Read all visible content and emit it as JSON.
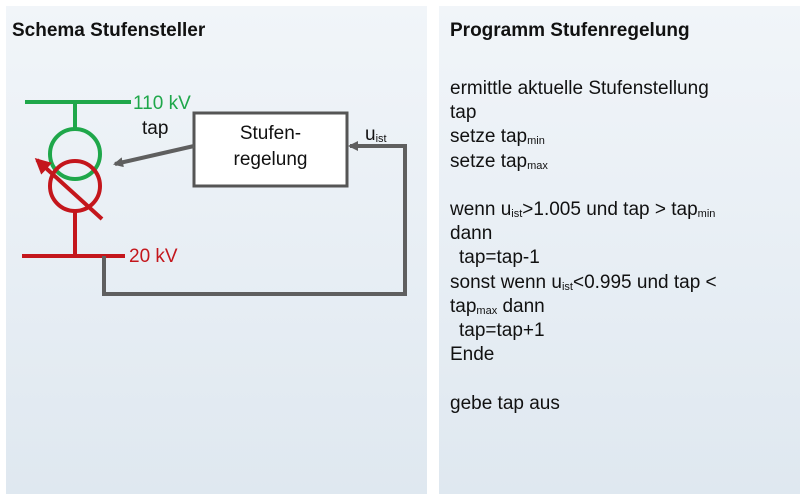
{
  "colors": {
    "green": "#1fa74a",
    "red": "#c4161c",
    "wire": "#5f5f5f",
    "panel_bg_top": "#f1f5f9",
    "panel_bg_bottom": "#dfe8f0"
  },
  "schema": {
    "title": "Schema Stufensteller",
    "voltage_high": "110 kV",
    "voltage_low": "20 kV",
    "tap_label": "tap",
    "controller_line1": "Stufen-",
    "controller_line2": "regelung",
    "u_base": "u",
    "u_sub": "ist"
  },
  "program": {
    "title": "Programm Stufenregelung",
    "l1": "ermittle aktuelle Stufenstellung",
    "l2": "tap",
    "l3a": "setze tap",
    "l3sub": "min",
    "l4a": "setze tap",
    "l4sub": "max",
    "l5a": "wenn u",
    "l5sub1": "ist",
    "l5b": ">1.005 und tap > tap",
    "l5sub2": "min",
    "l6": "dann",
    "l7": "tap=tap-1",
    "l8a": "sonst wenn u",
    "l8sub1": "ist",
    "l8b": "<0.995 und tap <",
    "l9a": "tap",
    "l9sub": "max",
    "l9b": " dann",
    "l10": "tap=tap+1",
    "l11": "Ende",
    "l12": "gebe tap aus"
  }
}
